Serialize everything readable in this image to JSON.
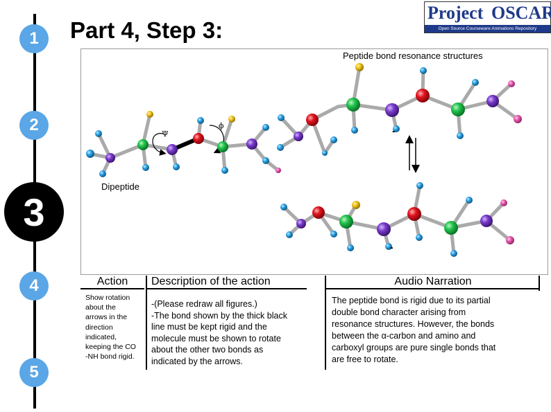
{
  "steps": [
    "1",
    "2",
    "3",
    "4",
    "5"
  ],
  "active_step": "3",
  "header": {
    "title": "Part 4, Step 3:"
  },
  "logo": {
    "word1": "Project",
    "word2": "OSCAR",
    "tagline": "Open Source Courseware Animations Repository",
    "colors": {
      "brand": "#1f3a8a"
    }
  },
  "figure": {
    "caption": "Peptide bond resonance structures",
    "dipeptide_label": "Dipeptide",
    "psi_symbol": "Ψ",
    "phi_symbol": "ϕ",
    "charge_symbol": "-",
    "atom_colors": {
      "carbon": "#10a53a",
      "oxygen": "#e0141e",
      "nitrogen": "#6b2fb5",
      "hydrogen": "#2ca3e6",
      "side": "#f0c419",
      "pink": "#e85bb0"
    }
  },
  "table": {
    "headers": {
      "action": "Action",
      "description": "Description of the action",
      "audio": "Audio Narration"
    },
    "action_text": [
      "Show rotation",
      "about the",
      "arrows in the",
      "direction",
      "indicated,",
      "keeping the CO",
      "-NH bond rigid."
    ],
    "description_text": [
      "-(Please redraw all figures.)",
      "-The bond shown by the thick black",
      "line must be kept rigid and the",
      "molecule must be shown to rotate",
      "about the other two bonds as",
      "indicated by the arrows."
    ],
    "audio_text": [
      "The peptide bond is rigid due to its partial",
      "double bond character arising from",
      "resonance structures. However, the bonds",
      "between the α-carbon and amino and",
      "carboxyl groups are pure single bonds that",
      "are free to rotate."
    ]
  }
}
